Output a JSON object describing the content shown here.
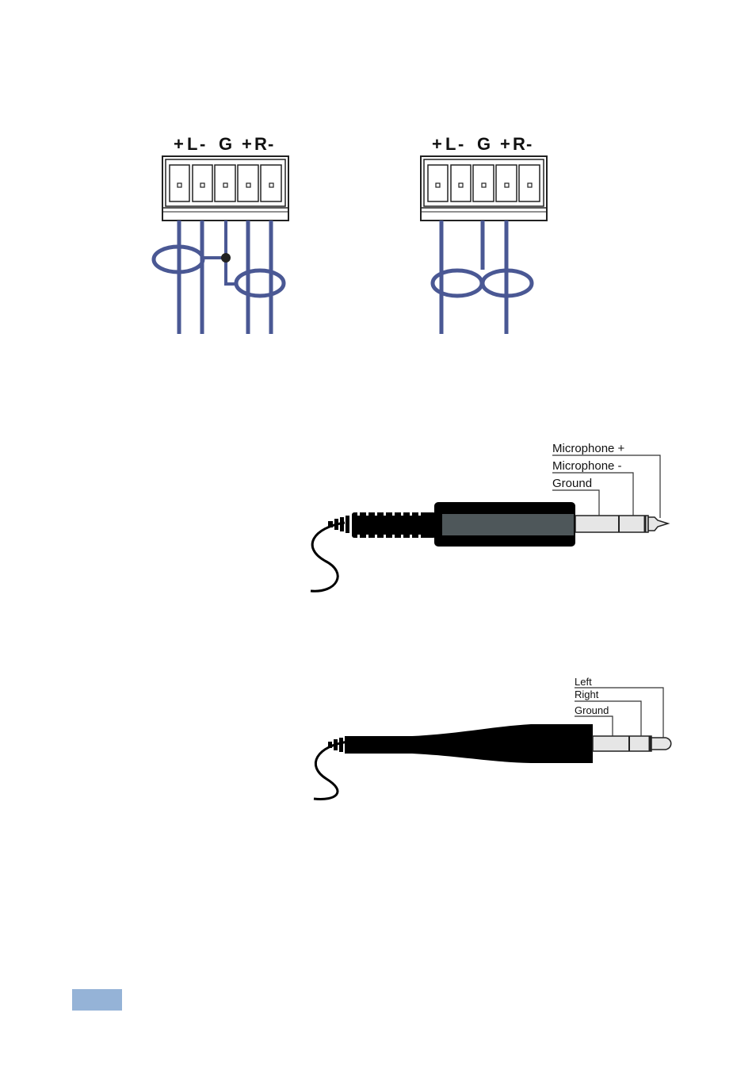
{
  "colors": {
    "wire": "#4a5894",
    "outline": "#222222",
    "page_marker": "#95b3d7",
    "plug_black": "#000000",
    "plug_grey": "#4e575a",
    "metal": "#e6e6e6"
  },
  "terminal_left": {
    "label_plus_l": "+",
    "label_l": "L",
    "label_minus_l": "-",
    "label_g": "G",
    "label_plus_r": "+",
    "label_r": "R",
    "label_minus_r": "-"
  },
  "terminal_right": {
    "label_plus_l": "+",
    "label_l": "L",
    "label_minus_l": "-",
    "label_g": "G",
    "label_plus_r": "+",
    "label_r": "R",
    "label_minus_r": "-"
  },
  "jack_6_5mm": {
    "label_tip": "Microphone +",
    "label_ring": "Microphone -",
    "label_sleeve": "Ground"
  },
  "jack_3_5mm": {
    "label_tip": "Left",
    "label_ring": "Right",
    "label_sleeve": "Ground"
  }
}
